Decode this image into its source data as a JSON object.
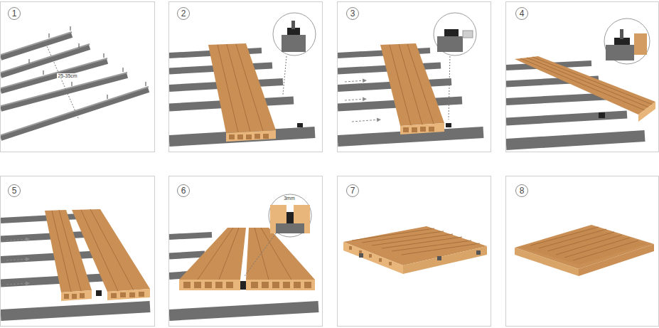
{
  "diagram": {
    "labels": [
      "1",
      "2",
      "3",
      "4",
      "5",
      "6",
      "7",
      "8",
      "25-35cm",
      "3mm"
    ]
  }
}
